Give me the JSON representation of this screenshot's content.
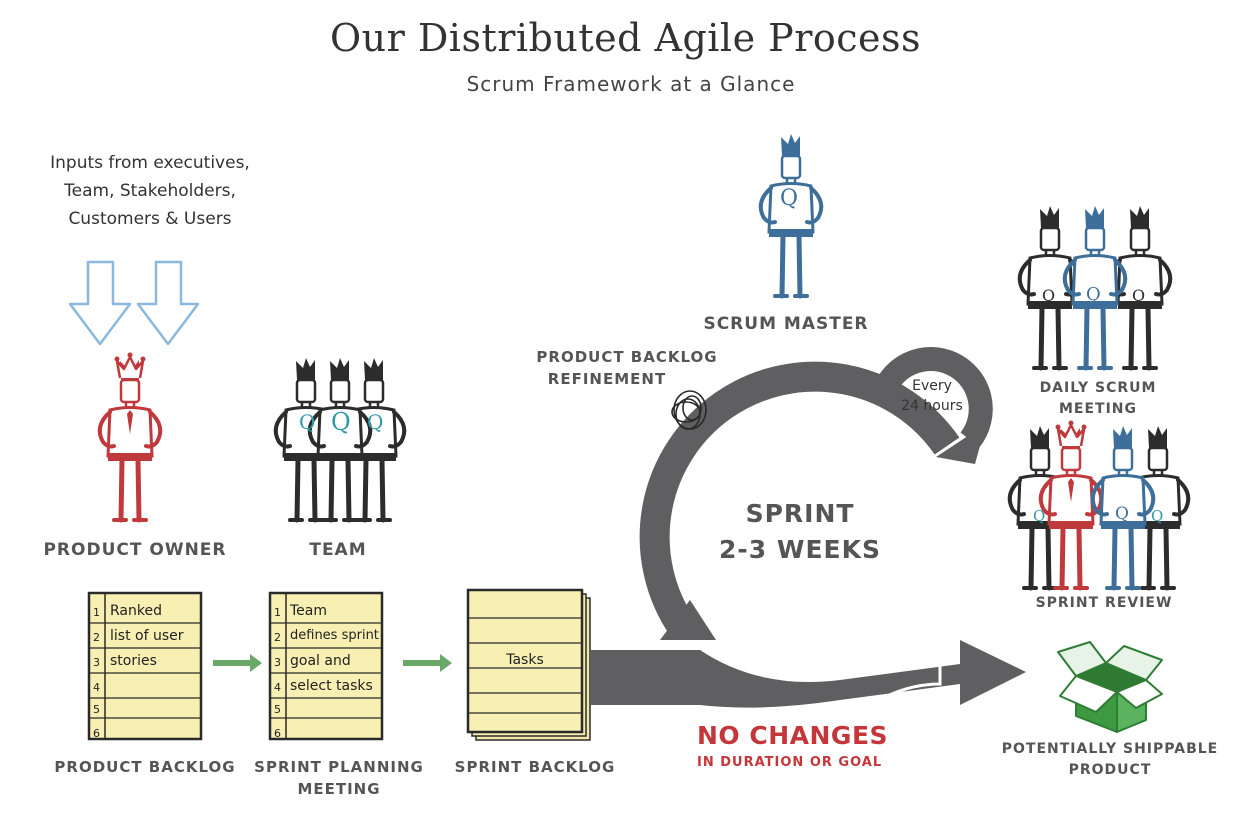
{
  "title": "Our Distributed Agile Process",
  "subtitle": "Scrum Framework at a Glance",
  "inputs": [
    "Inputs from executives,",
    "Team, Stakeholders,",
    "Customers & Users"
  ],
  "roles": {
    "product_owner": "PRODUCT OWNER",
    "team": "TEAM",
    "scrum_master": "SCRUM MASTER"
  },
  "figure_letter": "Q",
  "refinement": [
    "PRODUCT BACKLOG",
    "REFINEMENT"
  ],
  "daily": {
    "cycle": [
      "Every",
      "24 hours"
    ],
    "label": [
      "DAILY SCRUM",
      "MEETING"
    ]
  },
  "sprint": [
    "SPRINT",
    "2-3 WEEKS"
  ],
  "no_changes": {
    "headline": "NO CHANGES",
    "detail": "IN DURATION OR GOAL"
  },
  "sprint_review": "SPRINT REVIEW",
  "product": [
    "POTENTIALLY SHIPPABLE",
    "PRODUCT"
  ],
  "product_backlog": {
    "rows": [
      "Ranked",
      "list of user",
      "stories",
      "",
      "",
      ""
    ],
    "numbers": [
      "1",
      "2",
      "3",
      "4",
      "5",
      "6"
    ],
    "label": "PRODUCT BACKLOG"
  },
  "sprint_planning": {
    "rows": [
      "Team",
      "defines sprint",
      "goal and",
      "select tasks",
      "",
      ""
    ],
    "numbers": [
      "1",
      "2",
      "3",
      "4",
      "5",
      "6"
    ],
    "label": [
      "SPRINT PLANNING",
      "MEETING"
    ]
  },
  "sprint_backlog": {
    "content": "Tasks",
    "label": "SPRINT BACKLOG"
  },
  "colors": {
    "arrow_gray": "#5f5f61",
    "owner_red": "#c0393d",
    "master_blue": "#3d6f9a",
    "team_dark": "#2c2c2c",
    "paper": "#f8efb3",
    "input_arrow": "#8ab8de",
    "small_arrow": "#6aa86a",
    "box_green": "#3d9a43",
    "letter_teal": "#2f9aa6"
  }
}
